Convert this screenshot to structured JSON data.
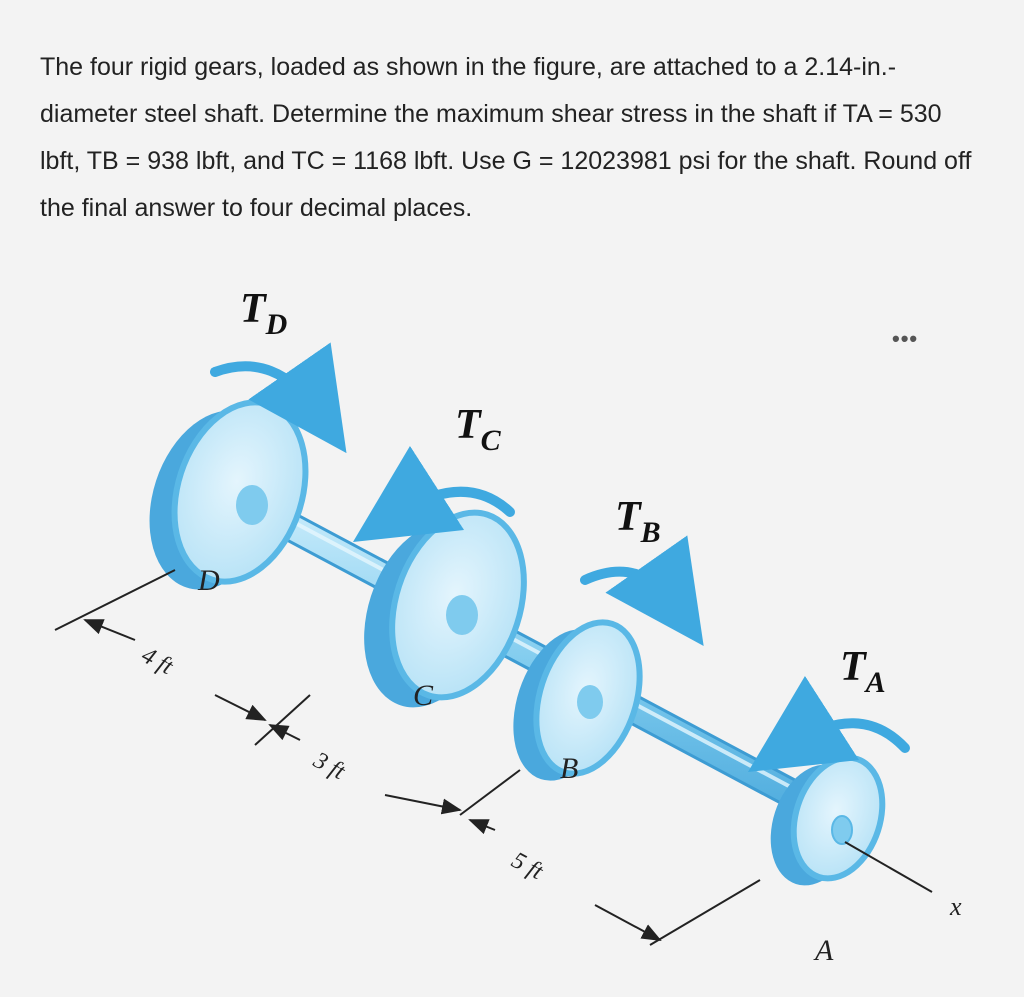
{
  "problem": {
    "text": "The four rigid gears, loaded as shown in the figure, are attached to a 2.14-in.-diameter steel shaft.  Determine the maximum shear stress in the shaft  if TA = 530 lbft, TB = 938 lbft, and TC = 1168 lbft. Use G = 12023981 psi for the shaft. Round off the final answer to four decimal places."
  },
  "more_label": "•••",
  "figure": {
    "torques": {
      "D": {
        "main": "T",
        "sub": "D"
      },
      "C": {
        "main": "T",
        "sub": "C"
      },
      "B": {
        "main": "T",
        "sub": "B"
      },
      "A": {
        "main": "T",
        "sub": "A"
      }
    },
    "gears": {
      "D": "D",
      "C": "C",
      "B": "B",
      "A": "A"
    },
    "dimensions": {
      "d1": "4 ft",
      "d2": "3 ft",
      "d3": "5 ft"
    },
    "axis_label": "x",
    "colors": {
      "gear": "#5ab8e6",
      "gear_light": "#a9dcf4",
      "arrow": "#3fa9e0",
      "shaft": "#7fcbee"
    }
  }
}
